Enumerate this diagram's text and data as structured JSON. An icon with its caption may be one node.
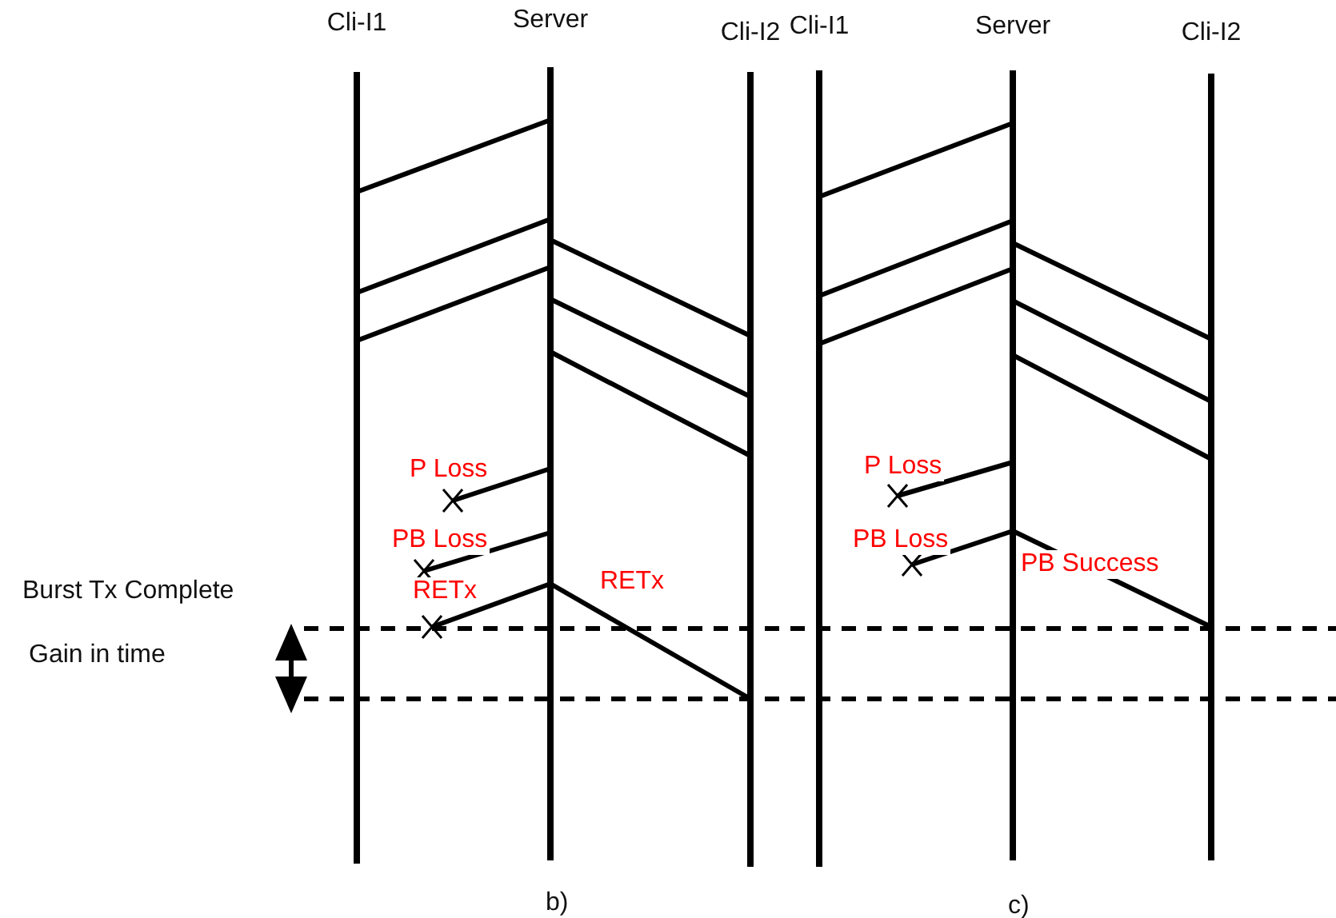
{
  "diagram": {
    "nodes": [
      {
        "text": [
          "Cli-I1"
        ]
      },
      {
        "text": [
          "Server"
        ]
      },
      {
        "text": [
          "Cli-I2"
        ]
      },
      {
        "text": [
          "Cli-I1"
        ]
      },
      {
        "text": [
          "Server"
        ]
      },
      {
        "text": [
          "Cli-I2"
        ]
      },
      {
        "text": [],
        "shape": "cross"
      },
      {
        "text": [],
        "shape": "cross"
      },
      {
        "text": [],
        "shape": "cross"
      },
      {
        "text": [],
        "shape": "cross"
      },
      {
        "text": [],
        "shape": "cross"
      }
    ],
    "edges": [
      {
        "from": 1,
        "to": 0,
        "arrow": "none"
      },
      {
        "from": 1,
        "to": 0,
        "arrow": "none"
      },
      {
        "from": 1,
        "to": 0,
        "arrow": "none"
      },
      {
        "from": 1,
        "to": 2,
        "arrow": "none"
      },
      {
        "from": 1,
        "to": 2,
        "arrow": "none"
      },
      {
        "from": 1,
        "to": 2,
        "arrow": "none"
      },
      {
        "from": 1,
        "to": 6,
        "arrow": "none",
        "label": "P Loss"
      },
      {
        "from": 1,
        "to": 7,
        "arrow": "none",
        "label": "PB Loss"
      },
      {
        "from": 1,
        "to": 8,
        "arrow": "none",
        "label": "RETx"
      },
      {
        "from": 1,
        "to": 2,
        "arrow": "none",
        "label": "RETx"
      },
      {
        "from": 4,
        "to": 3,
        "arrow": "none"
      },
      {
        "from": 4,
        "to": 3,
        "arrow": "none"
      },
      {
        "from": 4,
        "to": 3,
        "arrow": "none"
      },
      {
        "from": 4,
        "to": 5,
        "arrow": "none"
      },
      {
        "from": 4,
        "to": 5,
        "arrow": "none"
      },
      {
        "from": 4,
        "to": 5,
        "arrow": "none"
      },
      {
        "from": 4,
        "to": 9,
        "arrow": "none",
        "label": "P Loss"
      },
      {
        "from": 4,
        "to": 10,
        "arrow": "none",
        "label": "PB Loss"
      },
      {
        "from": 4,
        "to": 5,
        "arrow": "none",
        "label": "PB Success"
      }
    ],
    "labels": [
      "Burst Tx Complete",
      "Gain in time",
      "b)",
      "c)"
    ]
  }
}
